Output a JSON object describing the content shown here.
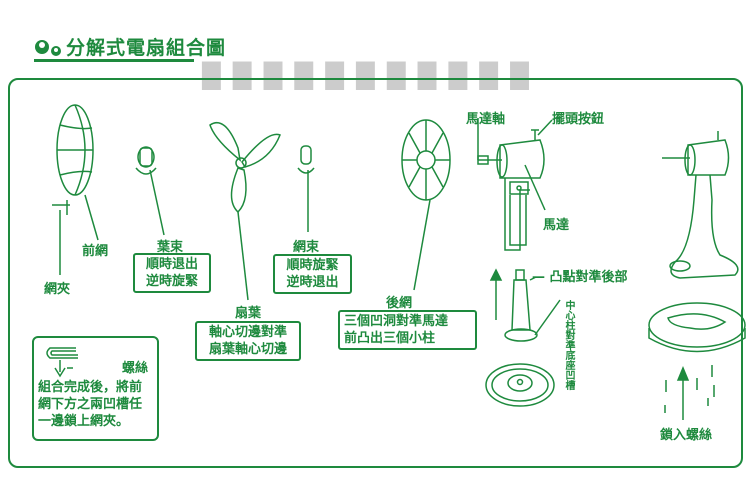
{
  "title": "分解式電扇組合圖",
  "labels": {
    "front_guard": "前網",
    "guard_clip": "網夾",
    "blade_cap": "葉束",
    "blade_cap_note": [
      "順時退出",
      "逆時旋緊"
    ],
    "guard_nut": "網束",
    "guard_nut_note": [
      "順時旋緊",
      "逆時退出"
    ],
    "blade": "扇葉",
    "blade_note": [
      "軸心切邊對準",
      "扇葉軸心切邊"
    ],
    "rear_guard": "後網",
    "rear_guard_note": [
      "三個凹洞對準馬達",
      "前凸出三個小柱"
    ],
    "motor_shaft": "馬達軸",
    "oscillation_knob": "擺頭按鈕",
    "motor": "馬達",
    "bump_align": "凸點對準後部",
    "center_post": "中心柱對準底座凹槽",
    "screw_in": "鎖入螺絲",
    "screw": "螺絲",
    "clip_note": [
      "組合完成後，將前",
      "網下方之兩凹槽任",
      "一邊鎖上網夾。"
    ]
  },
  "colors": {
    "accent": "#1e8a3e"
  }
}
